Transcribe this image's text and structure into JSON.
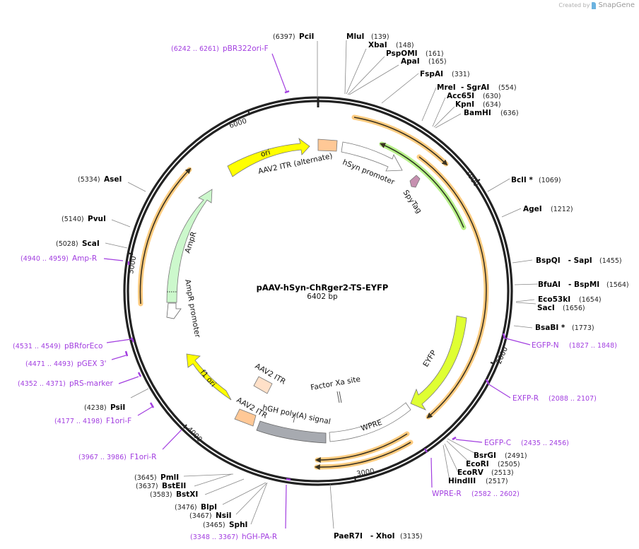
{
  "credit": {
    "prefix": "Created by",
    "brand": "SnapGene"
  },
  "plasmid": {
    "name": "pAAV-hSyn-ChRger2-TS-EYFP",
    "length_label": "6402 bp",
    "length": 6402
  },
  "ticks": [
    {
      "label": "1000",
      "bp": 1000
    },
    {
      "label": "2000",
      "bp": 2000
    },
    {
      "label": "3000",
      "bp": 3000
    },
    {
      "label": "4000",
      "bp": 4000
    },
    {
      "label": "5000",
      "bp": 5000
    },
    {
      "label": "6000",
      "bp": 6000
    }
  ],
  "enzymes": [
    {
      "name": "PciI",
      "pos": "(6397)"
    },
    {
      "name": "MluI",
      "pos": "(139)"
    },
    {
      "name": "XbaI",
      "pos": "(148)"
    },
    {
      "name": "PspOMI",
      "pos": "(161)"
    },
    {
      "name": "ApaI",
      "pos": "(165)"
    },
    {
      "name": "FspAI",
      "pos": "(331)"
    },
    {
      "name": "MreI  - SgrAI",
      "pos": "(554)"
    },
    {
      "name": "Acc65I",
      "pos": "(630)"
    },
    {
      "name": "KpnI",
      "pos": "(634)"
    },
    {
      "name": "BamHI",
      "pos": "(636)"
    },
    {
      "name": "BclI *",
      "pos": "(1069)"
    },
    {
      "name": "AgeI",
      "pos": "(1212)"
    },
    {
      "name": "BspQI   - SapI",
      "pos": "(1455)"
    },
    {
      "name": "BfuAI   - BspMI",
      "pos": "(1564)"
    },
    {
      "name": "Eco53kI",
      "pos": "(1654)"
    },
    {
      "name": "SacI",
      "pos": "(1656)"
    },
    {
      "name": "BsaBI *",
      "pos": "(1773)"
    },
    {
      "name": "BsrGI",
      "pos": "(2491)"
    },
    {
      "name": "EcoRI",
      "pos": "(2505)"
    },
    {
      "name": "EcoRV",
      "pos": "(2513)"
    },
    {
      "name": "HindIII",
      "pos": "(2517)"
    },
    {
      "name": "PaeR7I   - XhoI",
      "pos": "(3135)"
    },
    {
      "name": "SphI",
      "pos": "(3465)"
    },
    {
      "name": "NsiI",
      "pos": "(3467)"
    },
    {
      "name": "BlpI",
      "pos": "(3476)"
    },
    {
      "name": "BstXI",
      "pos": "(3583)"
    },
    {
      "name": "BstEII",
      "pos": "(3637)"
    },
    {
      "name": "PmlI",
      "pos": "(3645)"
    },
    {
      "name": "PsiI",
      "pos": "(4238)"
    },
    {
      "name": "ScaI",
      "pos": "(5028)"
    },
    {
      "name": "PvuI",
      "pos": "(5140)"
    },
    {
      "name": "AseI",
      "pos": "(5334)"
    }
  ],
  "primers": [
    {
      "name": "pBR322ori-F",
      "range": "(6242 .. 6261)"
    },
    {
      "name": "EGFP-N",
      "range": "(1827 .. 1848)"
    },
    {
      "name": "EXFP-R",
      "range": "(2088 .. 2107)"
    },
    {
      "name": "EGFP-C",
      "range": "(2435 .. 2456)"
    },
    {
      "name": "WPRE-R",
      "range": "(2582 .. 2602)"
    },
    {
      "name": "hGH-PA-R",
      "range": "(3348 .. 3367)"
    },
    {
      "name": "F1ori-R",
      "range": "(3967 .. 3986)"
    },
    {
      "name": "F1ori-F",
      "range": "(4177 .. 4198)"
    },
    {
      "name": "pRS-marker",
      "range": "(4352 .. 4371)"
    },
    {
      "name": "pGEX 3'",
      "range": "(4471 .. 4493)"
    },
    {
      "name": "pBRforEco",
      "range": "(4531 .. 4549)"
    },
    {
      "name": "Amp-R",
      "range": "(4940 .. 4959)"
    }
  ],
  "features": [
    {
      "name": "ori",
      "color": "#ffff00"
    },
    {
      "name": "AAV2 ITR (alternate)",
      "color": "#ffc896"
    },
    {
      "name": "hSyn promoter",
      "color": "#ffffff"
    },
    {
      "name": "SpyTag",
      "color": "#c690b0"
    },
    {
      "name": "EYFP",
      "color": "#dfff33"
    },
    {
      "name": "WPRE",
      "color": "#ffffff"
    },
    {
      "name": "Factor Xa site",
      "color": "#ffffff"
    },
    {
      "name": "hGH poly(A) signal",
      "color": "#a7aab0"
    },
    {
      "name": "AAV2 ITR",
      "color": "#ffc896"
    },
    {
      "name": "AAV2 ITR",
      "color": "#ffe0c8"
    },
    {
      "name": "f1 ori",
      "color": "#ffff00"
    },
    {
      "name": "AmpR promoter",
      "color": "#ffffff"
    },
    {
      "name": "AmpR",
      "color": "#ccf8cc"
    }
  ],
  "colors": {
    "backbone": "#222222",
    "enzyme_line": "#888888",
    "primer": "#a23ee0",
    "orf_glow": "#ffcc80",
    "orf_glow_green": "#b8f08a"
  }
}
